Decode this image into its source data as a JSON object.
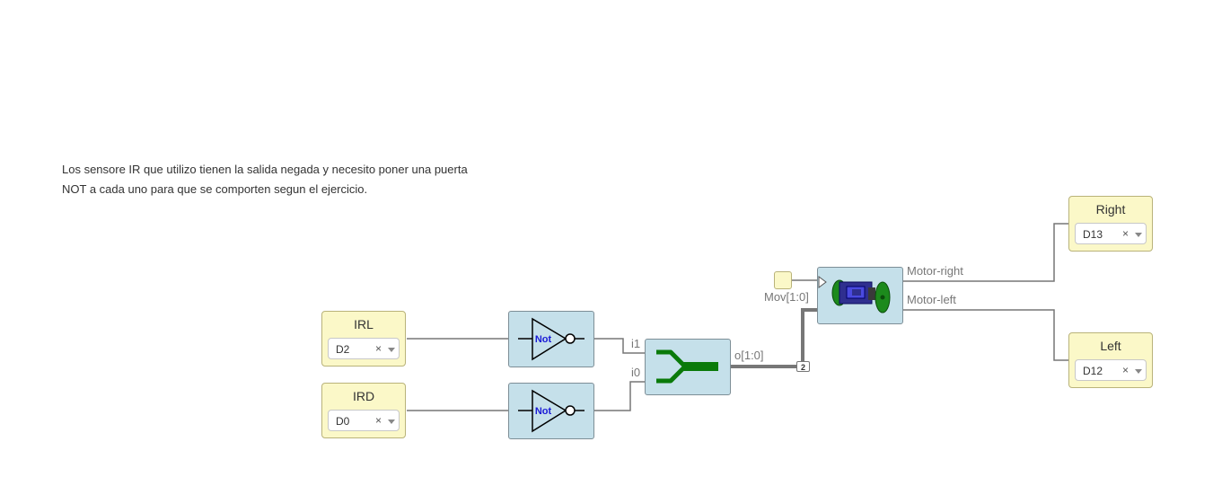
{
  "comment": {
    "line1": "Los sensore IR que utilizo tienen la salida negada y necesito poner una puerta",
    "line2": "NOT a cada uno para que se comporten segun el ejercicio."
  },
  "inputs": {
    "irl": {
      "title": "IRL",
      "pin": "D2",
      "clear": "×"
    },
    "ird": {
      "title": "IRD",
      "pin": "D0",
      "clear": "×"
    }
  },
  "outputs": {
    "right": {
      "title": "Right",
      "pin": "D13",
      "clear": "×"
    },
    "left": {
      "title": "Left",
      "pin": "D12",
      "clear": "×"
    }
  },
  "not_gates": {
    "label": "Not"
  },
  "join": {
    "in1": "i1",
    "in0": "i0",
    "out": "o[1:0]"
  },
  "bus_width": "2",
  "motor": {
    "input_label": "Mov[1:0]",
    "out_right": "Motor-right",
    "out_left": "Motor-left"
  },
  "colors": {
    "io_fill": "#fbf8c8",
    "block_fill": "#c5e0ea",
    "join_green": "#0a7a0a",
    "not_text": "#1a1ad6"
  }
}
